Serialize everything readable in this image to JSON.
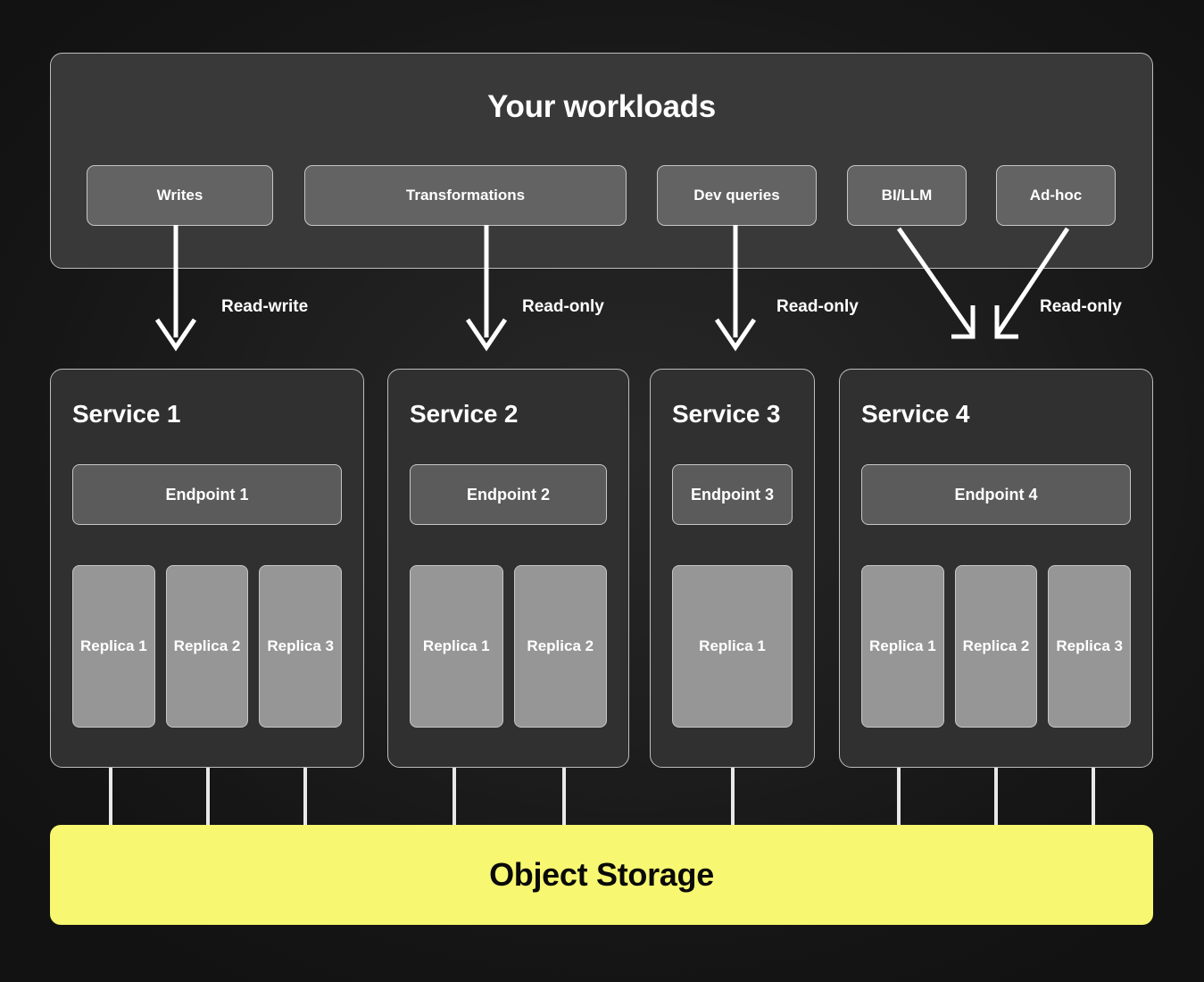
{
  "workloads": {
    "title": "Your workloads",
    "chips": [
      {
        "label": "Writes"
      },
      {
        "label": "Transformations"
      },
      {
        "label": "Dev queries"
      },
      {
        "label": "BI/LLM"
      },
      {
        "label": "Ad-hoc"
      }
    ]
  },
  "arrow_labels": [
    {
      "label": "Read-write"
    },
    {
      "label": "Read-only"
    },
    {
      "label": "Read-only"
    },
    {
      "label": "Read-only"
    }
  ],
  "services": [
    {
      "title": "Service 1",
      "endpoint": "Endpoint 1",
      "replicas": [
        "Replica 1",
        "Replica 2",
        "Replica 3"
      ]
    },
    {
      "title": "Service 2",
      "endpoint": "Endpoint 2",
      "replicas": [
        "Replica 1",
        "Replica 2"
      ]
    },
    {
      "title": "Service 3",
      "endpoint": "Endpoint 3",
      "replicas": [
        "Replica 1"
      ]
    },
    {
      "title": "Service 4",
      "endpoint": "Endpoint 4",
      "replicas": [
        "Replica 1",
        "Replica 2",
        "Replica 3"
      ]
    }
  ],
  "storage": {
    "label": "Object Storage"
  },
  "colors": {
    "background": "#141414",
    "panel": "#393939",
    "chip": "#636363",
    "service": "#303030",
    "endpoint": "#5b5b5b",
    "replica": "#969696",
    "border": "#bdbdbd",
    "storage_yellow": "#f7f771",
    "arrow_white": "#ffffff",
    "text_light": "#ffffff",
    "text_dark": "#0a0a0a"
  }
}
